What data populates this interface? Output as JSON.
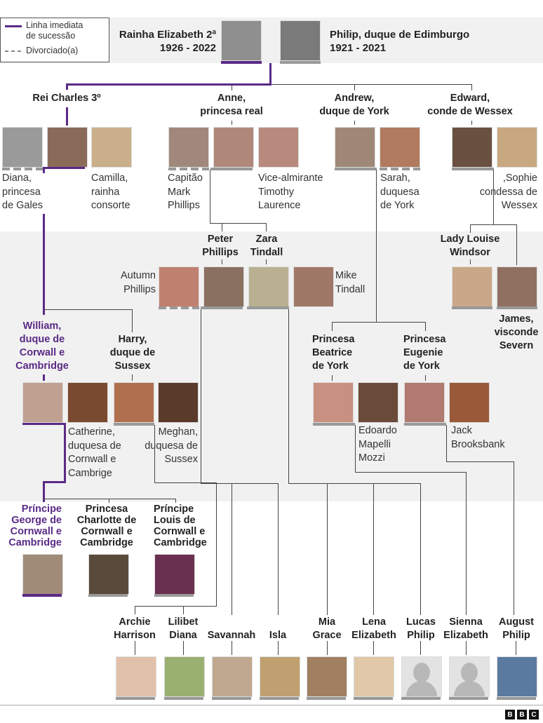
{
  "legend": {
    "succession_label_1": "Linha imediata",
    "succession_label_2": "de sucessão",
    "divorced_label": "Divorciado(a)"
  },
  "colors": {
    "succession": "#5a2a86",
    "line": "#444444",
    "band": "#f1f1f1",
    "photo_bar": "#999999"
  },
  "top": {
    "queen": {
      "name": "Rainha Elizabeth 2ª",
      "years": "1926 - 2022"
    },
    "philip": {
      "name": "Philip, duque de Edimburgo",
      "years": "1921 - 2021"
    }
  },
  "gen1": {
    "charles": "Rei Charles 3º",
    "anne_1": "Anne,",
    "anne_2": "princesa real",
    "andrew_1": "Andrew,",
    "andrew_2": "duque de York",
    "edward_1": "Edward,",
    "edward_2": "conde de Wessex",
    "diana": [
      "Diana,",
      "princesa",
      "de Gales"
    ],
    "camilla": [
      "Camilla,",
      "rainha",
      "consorte"
    ],
    "mark": [
      "Capitão",
      "Mark",
      "Phillips"
    ],
    "timothy": [
      "Vice-almirante",
      "Timothy",
      "Laurence"
    ],
    "sarah": [
      "Sarah,",
      "duquesa",
      "de York"
    ],
    "sophie": [
      "Sophie,",
      "condessa de",
      "Wessex"
    ]
  },
  "gen2": {
    "peter": [
      "Peter",
      "Phillips"
    ],
    "zara": [
      "Zara",
      "Tindall"
    ],
    "autumn": [
      "Autumn",
      "Phillips"
    ],
    "mike": [
      "Mike",
      "Tindall"
    ],
    "louise": [
      "Lady Louise",
      "Windsor"
    ],
    "james": [
      "James,",
      "visconde",
      "Severn"
    ],
    "william": [
      "William,",
      "duque de",
      "Corwall e",
      "Cambridge"
    ],
    "harry": [
      "Harry,",
      "duque de",
      "Sussex"
    ],
    "catherine": [
      "Catherine,",
      "duquesa de",
      "Cornwall e",
      "Cambrige"
    ],
    "meghan": [
      "Meghan,",
      "duquesa de",
      "Sussex"
    ],
    "beatrice": [
      "Princesa",
      "Beatrice",
      "de York"
    ],
    "eugenie": [
      "Princesa",
      "Eugenie",
      "de York"
    ],
    "edoardo": [
      "Edoardo",
      "Mapelli",
      "Mozzi"
    ],
    "jack": [
      "Jack",
      "Brooksbank"
    ]
  },
  "gen3": {
    "george": [
      "Príncipe",
      "George de",
      "Cornwall e",
      "Cambridge"
    ],
    "charlotte": [
      "Princesa",
      "Charlotte de",
      "Cornwall e",
      "Cambridge"
    ],
    "louis": [
      "Príncipe",
      "Louis de",
      "Cornwall e",
      "Cambridge"
    ],
    "archie": [
      "Archie",
      "Harrison"
    ],
    "lilibet": [
      "Lilibet",
      "Diana"
    ],
    "savannah": [
      "",
      "Savannah"
    ],
    "isla": [
      "",
      "Isla"
    ],
    "mia": [
      "Mia",
      "Grace"
    ],
    "lena": [
      "Lena",
      "Elizabeth"
    ],
    "lucas": [
      "Lucas",
      "Philip"
    ],
    "sienna": [
      "Sienna",
      "Elizabeth"
    ],
    "august": [
      "August",
      "Philip"
    ]
  },
  "footer": {
    "logo": [
      "B",
      "B",
      "C"
    ]
  }
}
